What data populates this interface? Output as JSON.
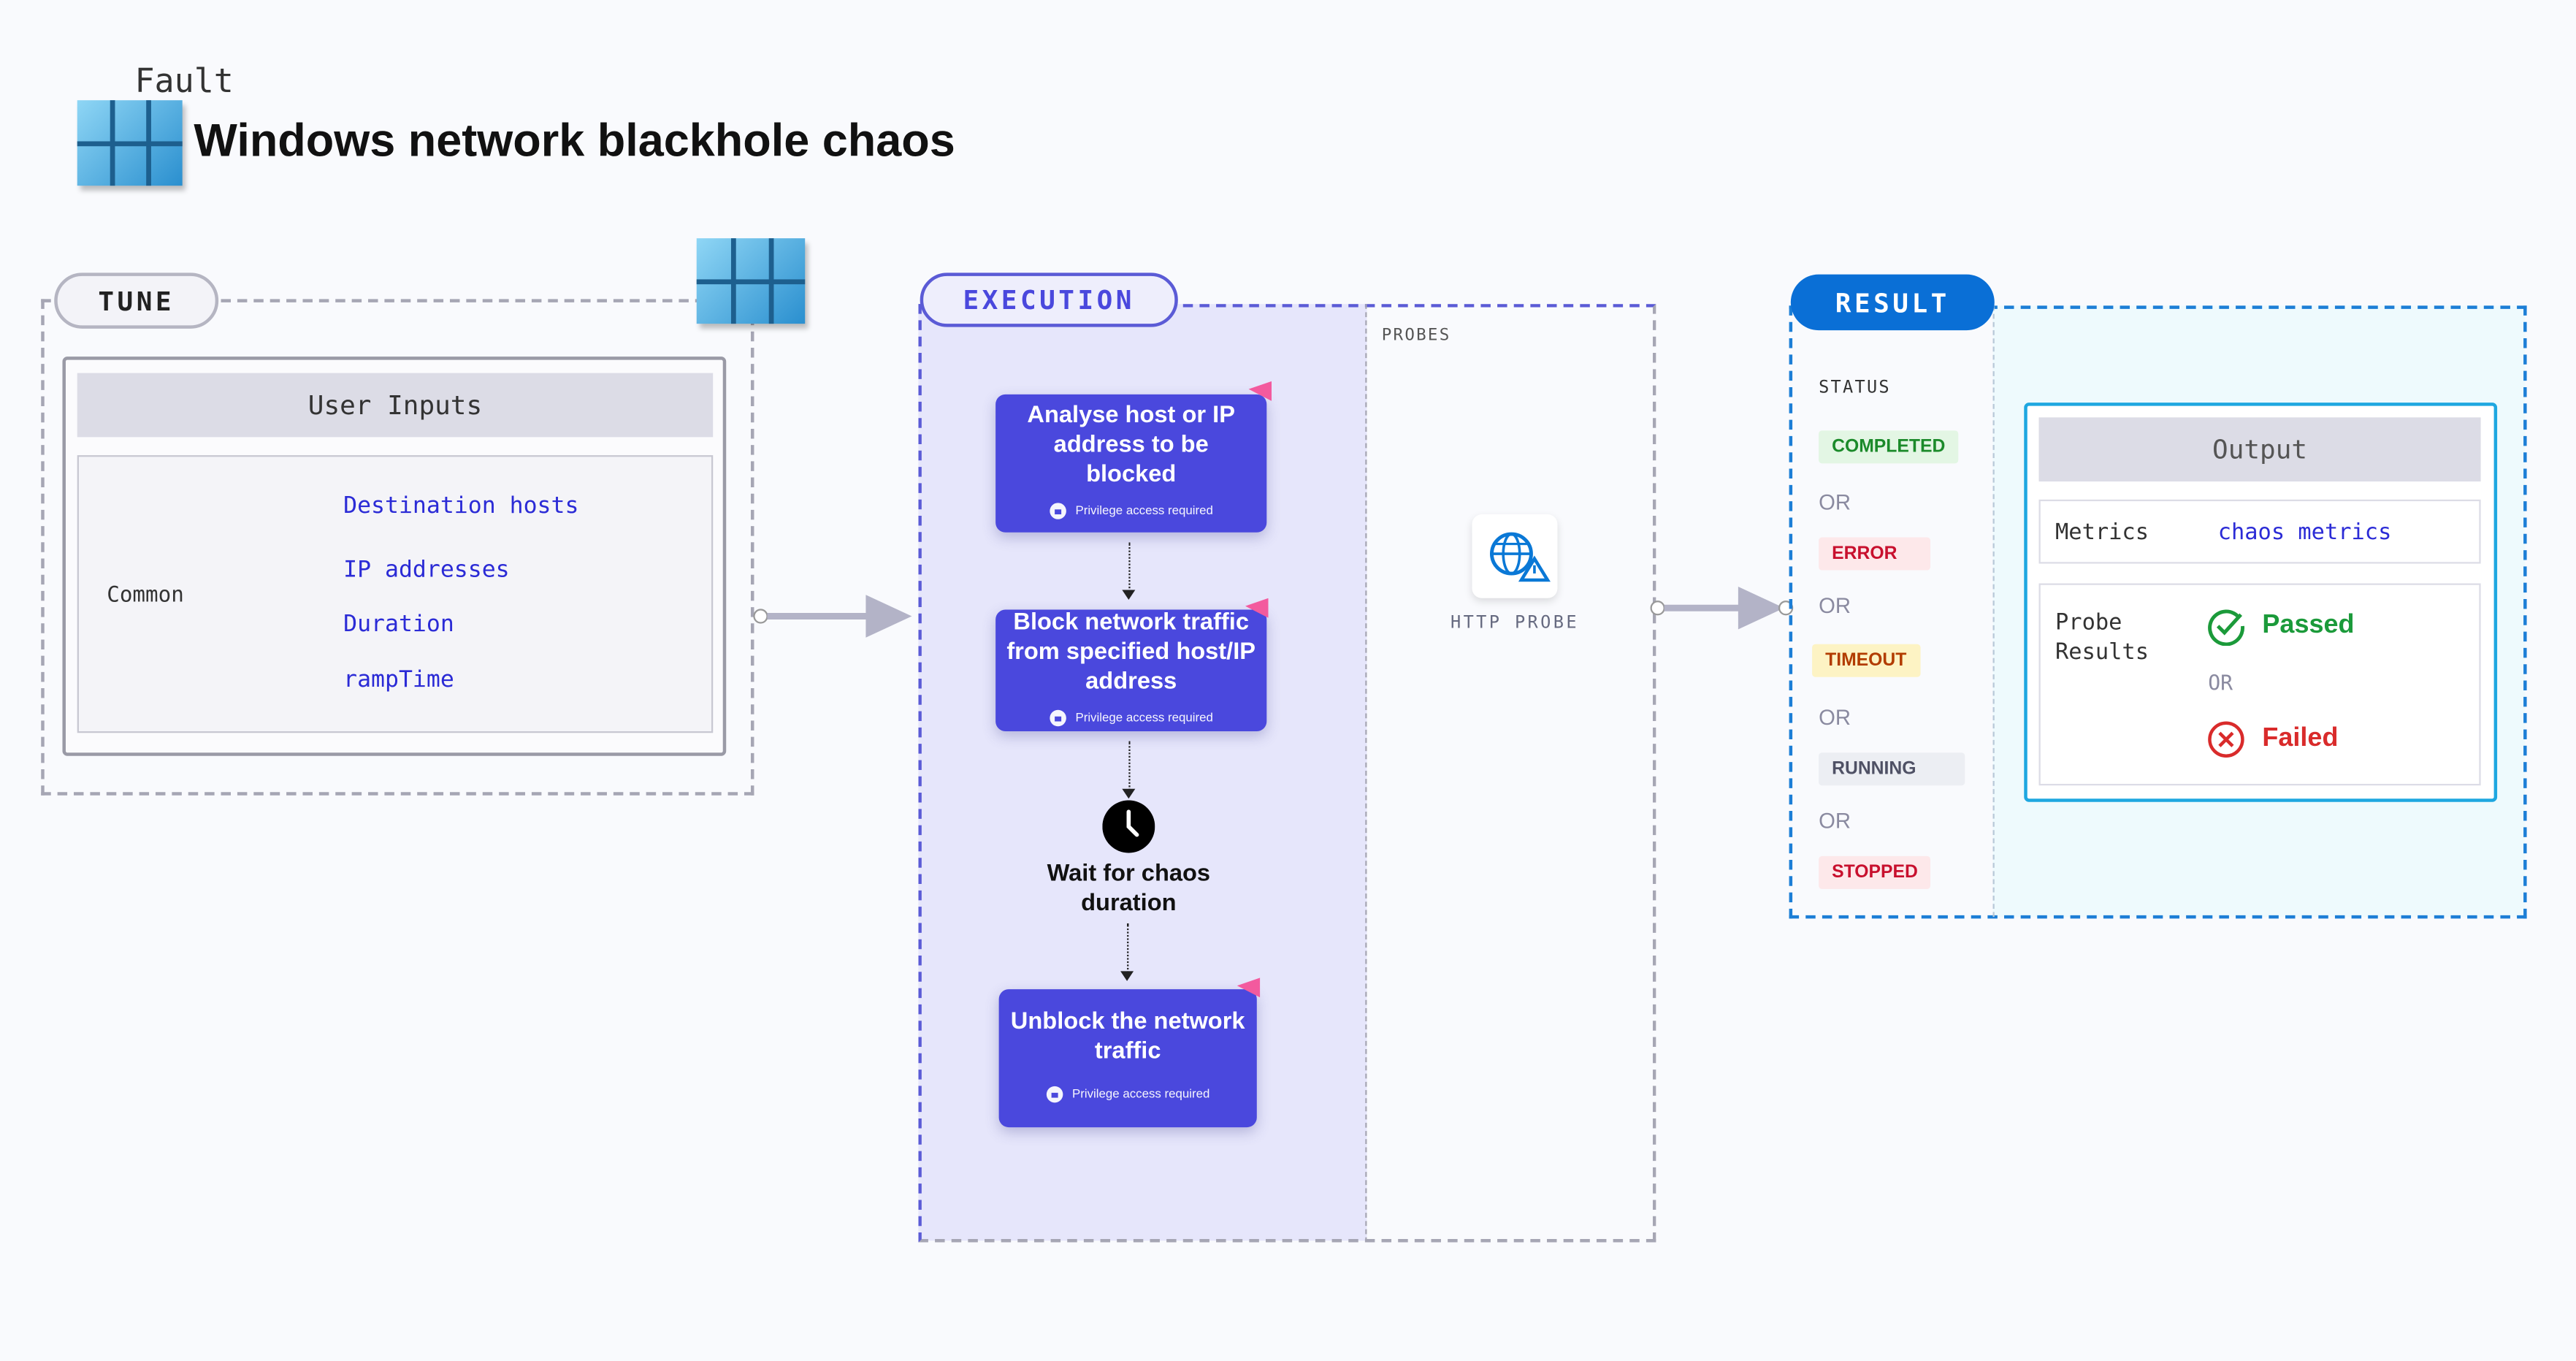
{
  "header": {
    "kind": "Fault",
    "title": "Windows network blackhole chaos"
  },
  "tune": {
    "label": "TUNE",
    "panel_title": "User Inputs",
    "group": "Common",
    "inputs": [
      "Destination hosts",
      "IP addresses",
      "Duration",
      "rampTime"
    ]
  },
  "execution": {
    "label": "EXECUTION",
    "probes_label": "PROBES",
    "steps": [
      {
        "title": "Analyse host or IP address to be blocked",
        "note": "Privilege access required"
      },
      {
        "title": "Block network traffic from specified host/IP address",
        "note": "Privilege access required"
      },
      {
        "title": "Wait for chaos duration"
      },
      {
        "title": "Unblock the network traffic",
        "note": "Privilege access required"
      }
    ],
    "probe": {
      "label": "HTTP PROBE",
      "icon": "globe-warning-icon"
    }
  },
  "result": {
    "label": "RESULT",
    "status_label": "STATUS",
    "or": "OR",
    "statuses": [
      {
        "label": "COMPLETED",
        "color": "#1b8a2a",
        "bg": "#e3f6e4"
      },
      {
        "label": "ERROR",
        "color": "#c8102e",
        "bg": "#fde8ea"
      },
      {
        "label": "TIMEOUT",
        "color": "#b23c00",
        "bg": "#fdf3c4"
      },
      {
        "label": "RUNNING",
        "color": "#4f5165",
        "bg": "#eceef3"
      },
      {
        "label": "STOPPED",
        "color": "#c8102e",
        "bg": "#fde8ea"
      }
    ],
    "output": {
      "title": "Output",
      "metrics_label": "Metrics",
      "metrics_value": "chaos metrics",
      "probe_results_label": "Probe Results",
      "passed": "Passed",
      "failed": "Failed",
      "or": "OR"
    }
  },
  "colors": {
    "accent": "#4a48dd",
    "result": "#0a6fd6",
    "link": "#2b2bd6"
  }
}
